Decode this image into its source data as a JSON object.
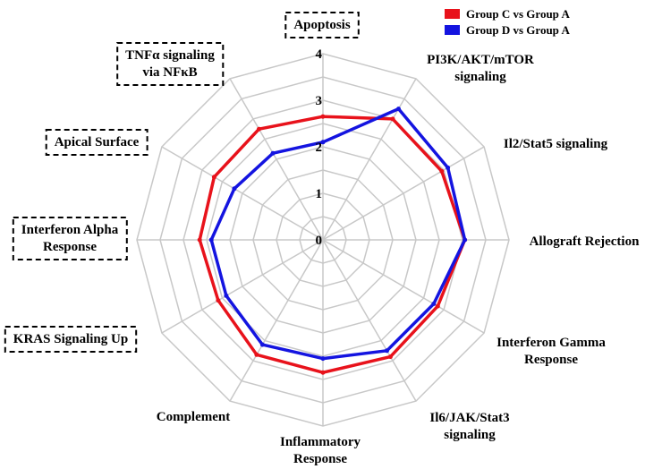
{
  "chart_data": {
    "type": "radar",
    "r_max": 4,
    "ticks": [
      "0",
      "1",
      "2",
      "3",
      "4"
    ],
    "grid": true,
    "legend_position": "top-right",
    "axes": [
      {
        "lines": [
          "Apoptosis"
        ],
        "boxed": true
      },
      {
        "lines": [
          "PI3K/AKT/mTOR",
          "signaling"
        ],
        "boxed": false
      },
      {
        "lines": [
          "Il2/Stat5 signaling"
        ],
        "boxed": false
      },
      {
        "lines": [
          "Allograft Rejection"
        ],
        "boxed": false
      },
      {
        "lines": [
          "Interferon Gamma",
          "Response"
        ],
        "boxed": false
      },
      {
        "lines": [
          "Il6/JAK/Stat3",
          "signaling"
        ],
        "boxed": false
      },
      {
        "lines": [
          "Inflammatory",
          "Response"
        ],
        "boxed": false
      },
      {
        "lines": [
          "Complement"
        ],
        "boxed": false
      },
      {
        "lines": [
          "KRAS Signaling Up"
        ],
        "boxed": true
      },
      {
        "lines": [
          "Interferon Alpha",
          "Response"
        ],
        "boxed": true
      },
      {
        "lines": [
          "Apical Surface"
        ],
        "boxed": true
      },
      {
        "lines": [
          "TNFα signaling",
          "via NFκB"
        ],
        "boxed": true
      }
    ],
    "series": [
      {
        "name": "Group C vs Group A",
        "color": "#e8121b",
        "values": [
          2.65,
          3.0,
          2.95,
          3.05,
          2.85,
          2.9,
          2.85,
          2.85,
          2.6,
          2.65,
          2.7,
          2.75
        ]
      },
      {
        "name": "Group D vs Group A",
        "color": "#1414e0",
        "values": [
          2.1,
          3.25,
          3.1,
          3.05,
          2.75,
          2.75,
          2.55,
          2.6,
          2.4,
          2.4,
          2.2,
          2.15
        ]
      }
    ]
  }
}
